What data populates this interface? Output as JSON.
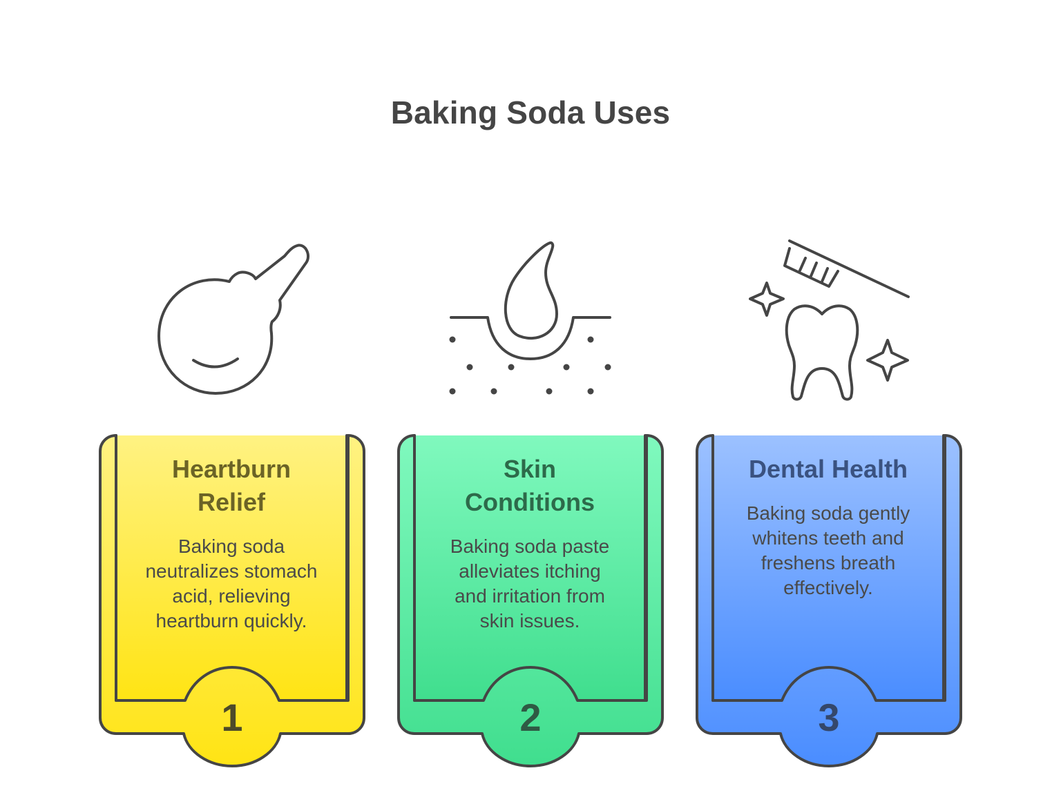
{
  "title": "Baking Soda Uses",
  "colors": {
    "outline": "#454545",
    "card1_top": "#FFF282",
    "card1_bottom": "#FFE414",
    "card1_text": "#6B6326",
    "card2_top": "#80F9BE",
    "card2_bottom": "#40DE8E",
    "card2_text": "#2D6A4A",
    "card3_top": "#9CC1FF",
    "card3_bottom": "#4A8DFF",
    "card3_text": "#3A5280"
  },
  "cards": [
    {
      "icon": "suction-bulb-icon",
      "heading_line1": "Heartburn",
      "heading_line2": "Relief",
      "body_lines": [
        "Baking soda",
        "neutralizes stomach",
        "acid, relieving",
        "heartburn quickly."
      ],
      "number": "1"
    },
    {
      "icon": "skin-drop-icon",
      "heading_line1": "Skin",
      "heading_line2": "Conditions",
      "body_lines": [
        "Baking soda paste",
        "alleviates itching",
        "and irritation from",
        "skin issues."
      ],
      "number": "2"
    },
    {
      "icon": "tooth-brush-icon",
      "heading_line1": "Dental Health",
      "heading_line2": "",
      "body_lines": [
        "Baking soda gently",
        "whitens teeth and",
        "freshens breath",
        "effectively."
      ],
      "number": "3"
    }
  ]
}
